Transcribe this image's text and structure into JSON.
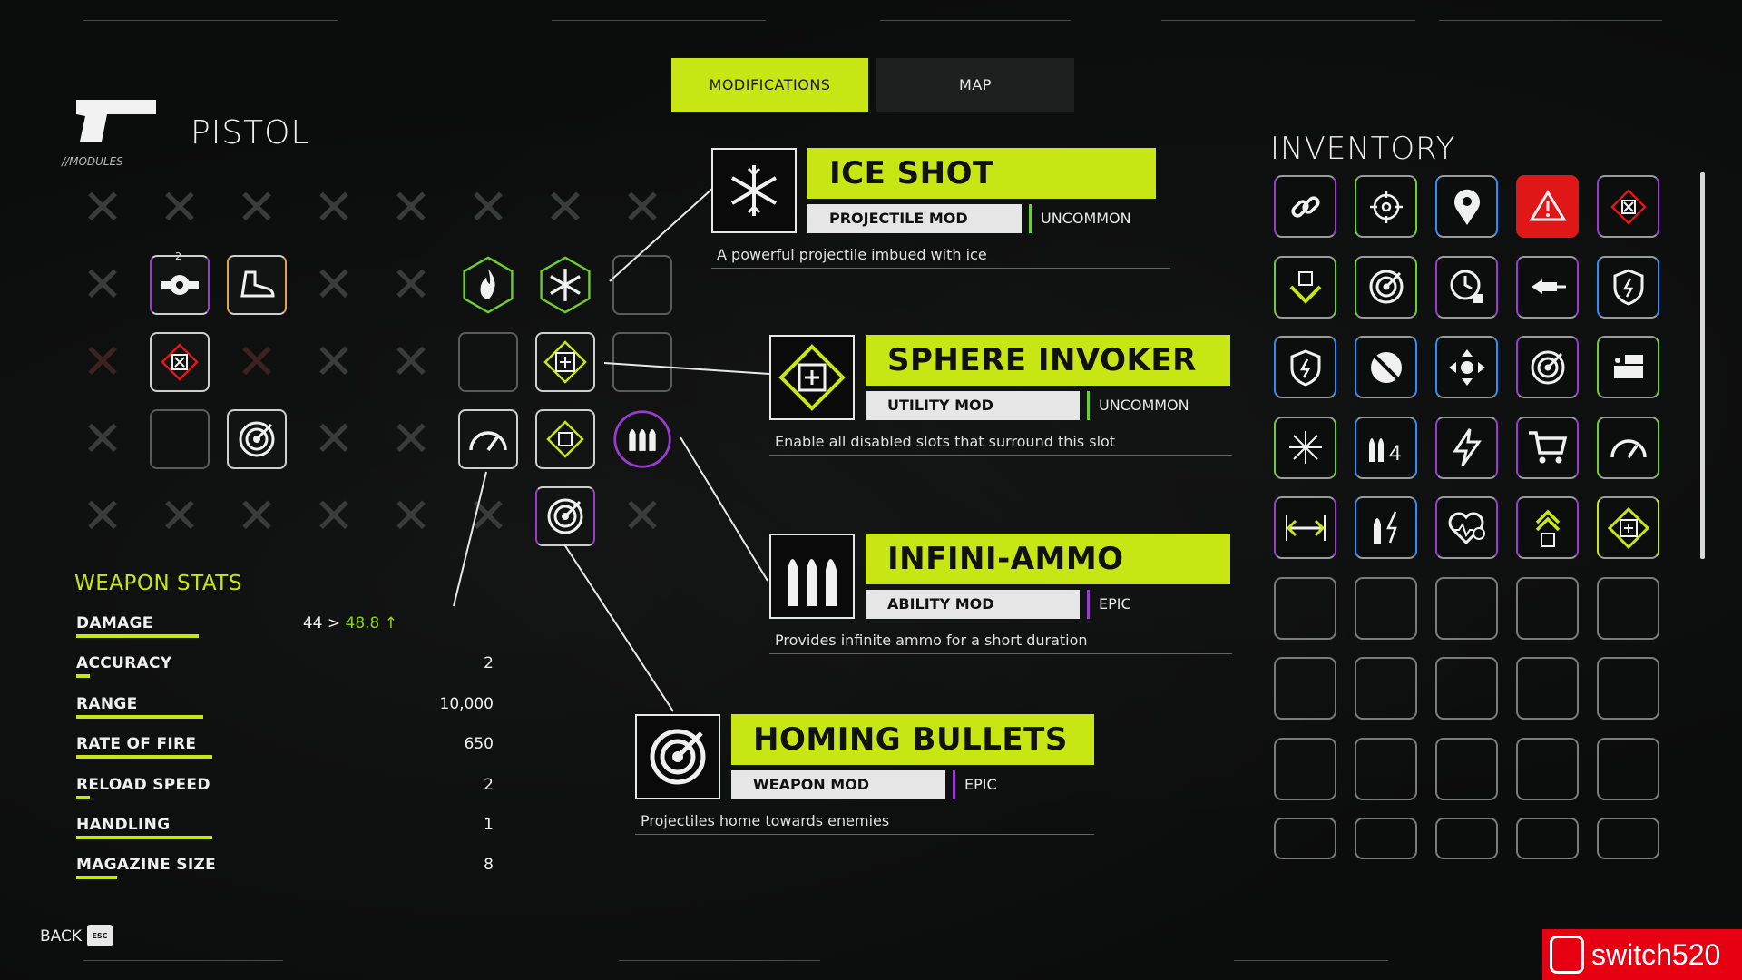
{
  "tabs": [
    {
      "label": "MODIFICATIONS",
      "active": true
    },
    {
      "label": "MAP",
      "active": false
    }
  ],
  "weapon": {
    "name": "PISTOL",
    "modules_label": "//MODULES"
  },
  "stats": {
    "title": "WEAPON STATS",
    "rows": [
      {
        "name": "DAMAGE",
        "value": "44 >",
        "new_value": "48.8",
        "bar_fraction": 0.9
      },
      {
        "name": "ACCURACY",
        "value": "2",
        "bar_fraction": 0.1
      },
      {
        "name": "RANGE",
        "value": "10,000",
        "bar_fraction": 0.93
      },
      {
        "name": "RATE OF FIRE",
        "value": "650",
        "bar_fraction": 1.0
      },
      {
        "name": "RELOAD SPEED",
        "value": "2",
        "bar_fraction": 0.1
      },
      {
        "name": "HANDLING",
        "value": "1",
        "bar_fraction": 1.0
      },
      {
        "name": "MAGAZINE SIZE",
        "value": "8",
        "bar_fraction": 0.3
      }
    ]
  },
  "grid_badge": "2",
  "mods": [
    {
      "title": "ICE SHOT",
      "type": "PROJECTILE MOD",
      "rarity": "UNCOMMON",
      "description": "A powerful projectile imbued with ice",
      "icon": "snowflake-icon"
    },
    {
      "title": "SPHERE INVOKER",
      "type": "UTILITY MOD",
      "rarity": "UNCOMMON",
      "description": "Enable all disabled slots that surround this slot",
      "icon": "sphere-invoker-icon"
    },
    {
      "title": "INFINI-AMMO",
      "type": "ABILITY MOD",
      "rarity": "EPIC",
      "description": "Provides infinite ammo for a short duration",
      "icon": "bullets-icon"
    },
    {
      "title": "HOMING BULLETS",
      "type": "WEAPON MOD",
      "rarity": "EPIC",
      "description": "Projectiles home towards enemies",
      "icon": "homing-target-icon"
    }
  ],
  "inventory": {
    "title": "INVENTORY",
    "ammo_count": "4",
    "items": [
      "link-icon",
      "crosshair-icon",
      "location-pin-icon",
      "alert-triangle-icon",
      "disabled-slot-icon",
      "chevron-check-icon",
      "target-icon",
      "clock-lock-icon",
      "drill-icon",
      "shield-lightning-icon",
      "shield-lightning-icon",
      "no-bubble-icon",
      "move-arrows-icon",
      "target-icon",
      "water-pipe-icon",
      "star-burst-icon",
      "ammo-count-icon",
      "lightning-icon",
      "cart-icon",
      "speedometer-icon",
      "expand-horizontal-icon",
      "bullet-lightning-icon",
      "heart-plus-icon",
      "chevron-up-plus-icon",
      "sphere-invoker-icon"
    ]
  },
  "back_label": "BACK",
  "esc_label": "ESC",
  "watermark": "switch520",
  "colors": {
    "accent": "#c8e614",
    "alert": "#e01717",
    "epic": "#9b3bd1",
    "rare": "#2f8cff",
    "uncommon": "#6fcf2c"
  }
}
